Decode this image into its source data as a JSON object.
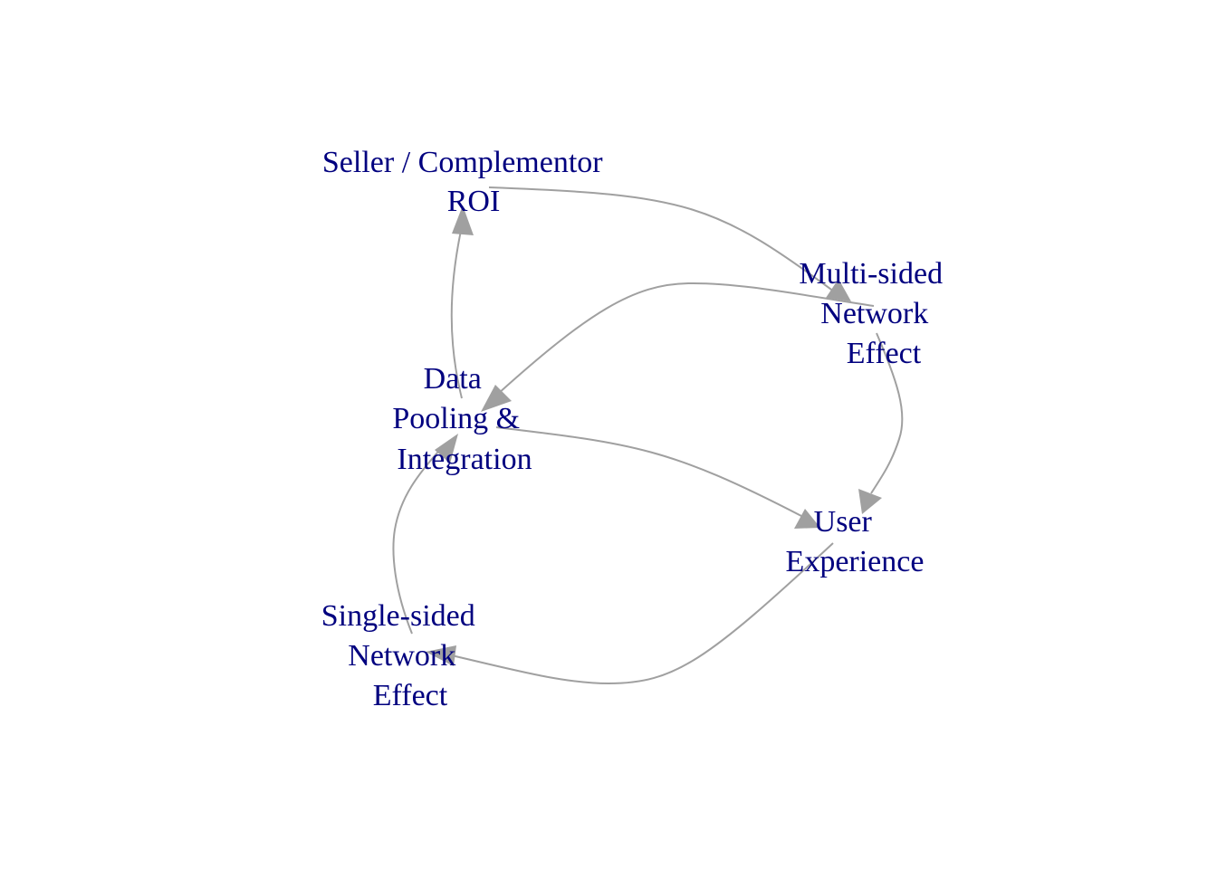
{
  "diagram": {
    "type": "directed-graph",
    "label_color": "#00007f",
    "edge_color": "#a0a0a0",
    "nodes": [
      {
        "id": "seller-roi",
        "lines": [
          "Seller / Complementor",
          "ROI"
        ]
      },
      {
        "id": "multi-sided",
        "lines": [
          "Multi-sided",
          "Network",
          "Effect"
        ]
      },
      {
        "id": "data-pooling",
        "lines": [
          "Data",
          "Pooling &",
          "Integration"
        ]
      },
      {
        "id": "user-experience",
        "lines": [
          "User",
          "Experience"
        ]
      },
      {
        "id": "single-sided",
        "lines": [
          "Single-sided",
          "Network",
          "Effect"
        ]
      }
    ],
    "edges": [
      {
        "from": "seller-roi",
        "to": "multi-sided"
      },
      {
        "from": "multi-sided",
        "to": "data-pooling"
      },
      {
        "from": "multi-sided",
        "to": "user-experience"
      },
      {
        "from": "data-pooling",
        "to": "seller-roi"
      },
      {
        "from": "data-pooling",
        "to": "user-experience"
      },
      {
        "from": "user-experience",
        "to": "single-sided"
      },
      {
        "from": "single-sided",
        "to": "data-pooling"
      }
    ]
  }
}
